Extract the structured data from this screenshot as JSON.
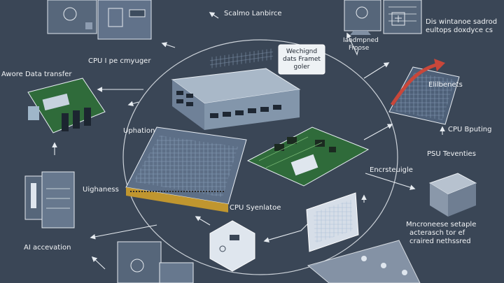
{
  "labels": {
    "top_center": "Scalmo Lanbirce",
    "top_right_line1": "Dis wintanoe sadrod",
    "top_right_line2": "eultops doxdyce cs",
    "small_right_line1": "Iaodmpned",
    "small_right_line2": "Froose",
    "box_line1": "Wechignd",
    "box_line2": "dats Framet",
    "box_line3": "goler",
    "cpu_top_left": "CPU I pe cmyuger",
    "left_data": "Awore Data transfer",
    "right_elib": "Elilbenets",
    "upholion": "Uphation",
    "cpu_right": "CPU Bputing",
    "psu": "PSU Teventies",
    "eneratele": "Encrsteuigle",
    "ughaness": "Uighaness",
    "cpu_bottom": "CPU Syenlatoe",
    "mono_line1": "Mncroneese setaple",
    "mono_line2": "acterasch tor ef",
    "mono_line3": "craired nethssred",
    "ai": "AI accevation"
  },
  "colors": {
    "background": "#3a4656",
    "line": "#e6ebf0",
    "board_green": "#2f6b3a",
    "chip_blue": "#3d5a78",
    "arrow_red": "#c8473a"
  },
  "icons": [
    "server-panel-icon",
    "monitor-icon",
    "motherboard-icon",
    "processor-chip-icon",
    "memory-module-icon",
    "graphics-card-icon",
    "growth-arrow-icon",
    "gpu-cube-icon",
    "cpu-tile-icon",
    "circuit-display-icon",
    "storage-tower-icon",
    "cube-device-icon",
    "data-connector-icon"
  ]
}
